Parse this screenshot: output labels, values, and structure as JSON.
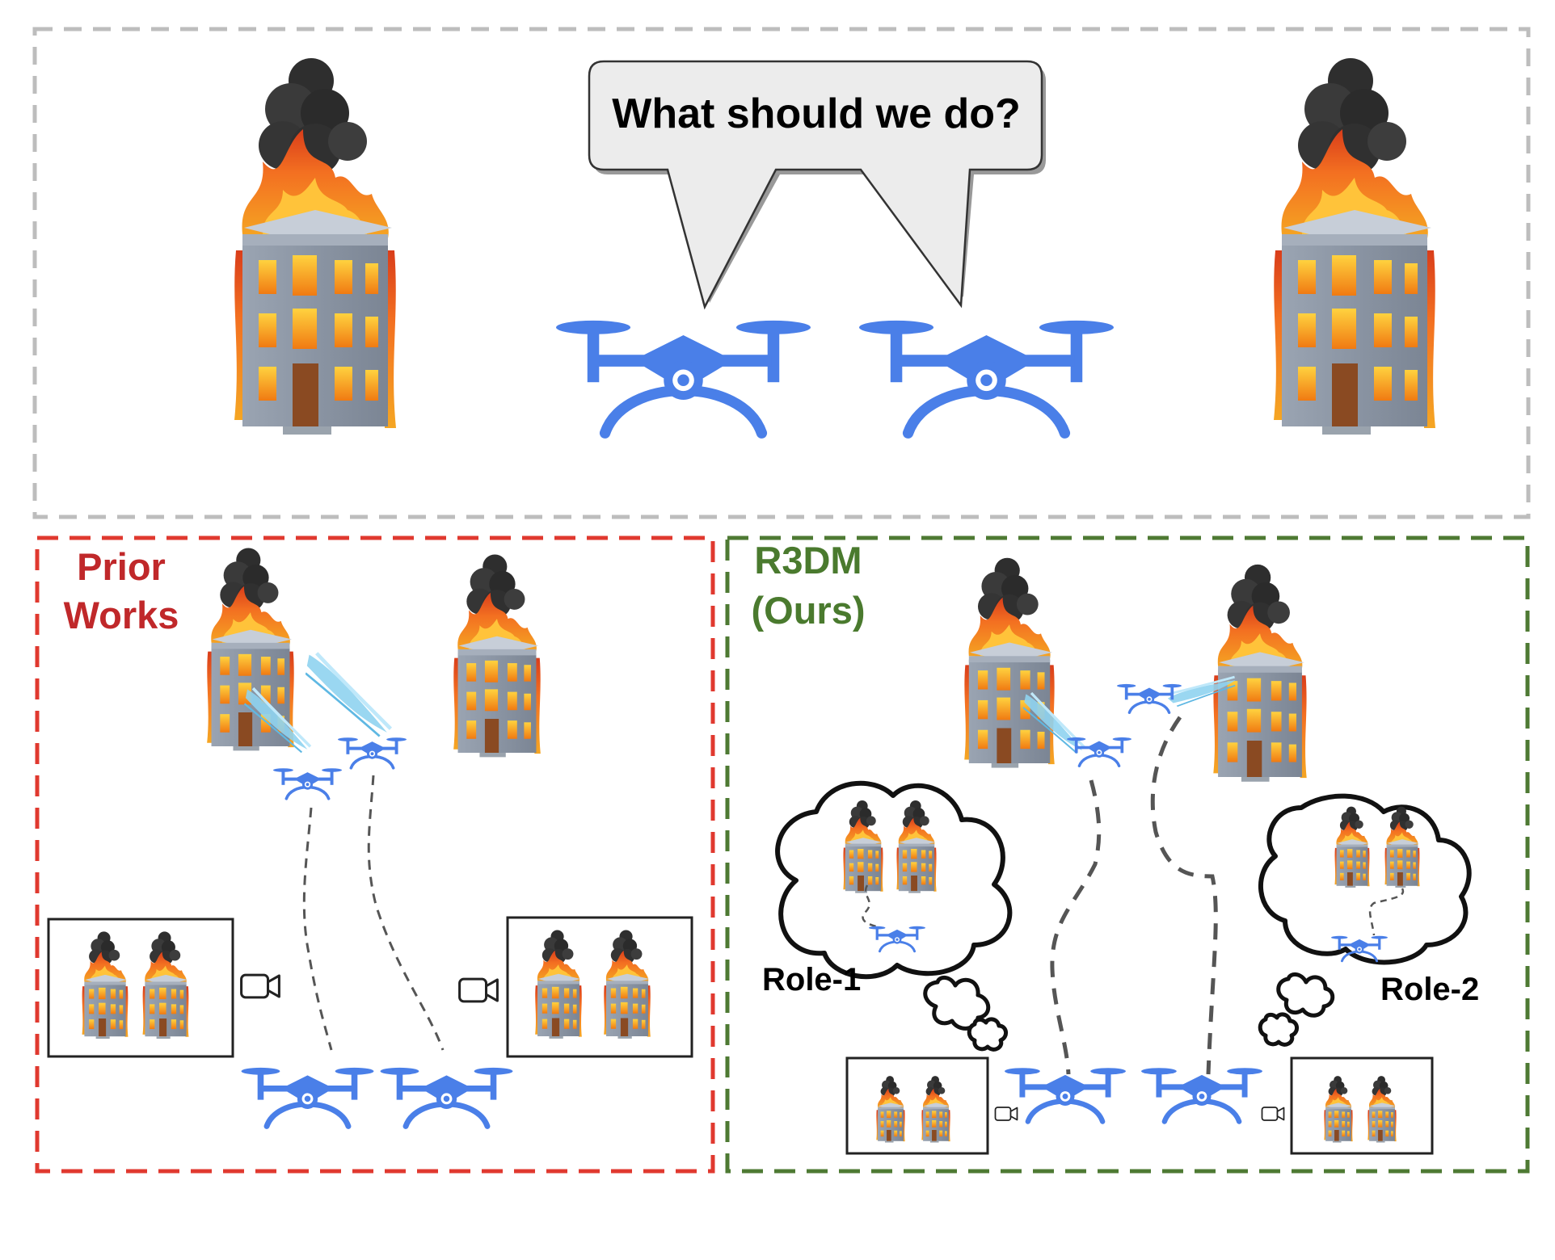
{
  "speech_bubble": {
    "text": "What should we do?"
  },
  "prior_works": {
    "title_line1": "Prior",
    "title_line2": "Works",
    "color": "#d9372b"
  },
  "r3dm": {
    "title_line1": "R3DM",
    "title_line2": "(Ours)",
    "color": "#4a7a2e"
  },
  "roles": {
    "role1": "Role-1",
    "role2": "Role-2"
  },
  "colors": {
    "drone_blue": "#4a7fe8",
    "panel_gray": "#bdbdbd",
    "building_gray": "#8e99a8",
    "fire": "#f5821f",
    "smoke": "#2b2b2b",
    "water": "#8fd3f0"
  },
  "icons": [
    "burning-building-icon",
    "drone-icon",
    "video-camera-icon",
    "water-spray-icon",
    "thought-cloud-icon"
  ]
}
